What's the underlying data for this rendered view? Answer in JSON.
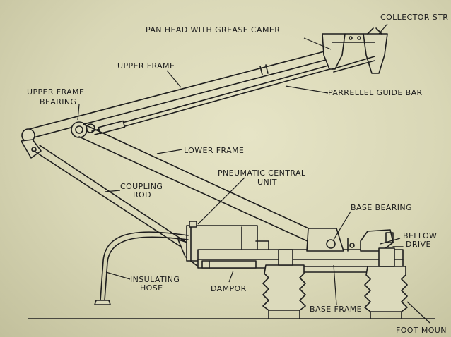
{
  "labels": {
    "collector_strip": "COLLECTOR STR",
    "pan_head": "PAN HEAD WITH GREASE CAMER",
    "upper_frame": "UPPER FRAME",
    "parallel_guide_bar": "PARRELLEL GUIDE BAR",
    "upper_frame_bearing_1": "UPPER FRAME",
    "upper_frame_bearing_2": "BEARING",
    "lower_frame": "LOWER FRAME",
    "pneumatic_1": "PNEUMATIC CENTRAL",
    "pneumatic_2": "UNIT",
    "coupling_rod_1": "COUPLING",
    "coupling_rod_2": "ROD",
    "base_bearing": "BASE BEARING",
    "bellow_drive_1": "BELLOW",
    "bellow_drive_2": "DRIVE",
    "insulating_hose_1": "INSULATING",
    "insulating_hose_2": "HOSE",
    "dampor": "DAMPOR",
    "base_frame": "BASE FRAME",
    "foot_mount": "FOOT MOUN"
  }
}
